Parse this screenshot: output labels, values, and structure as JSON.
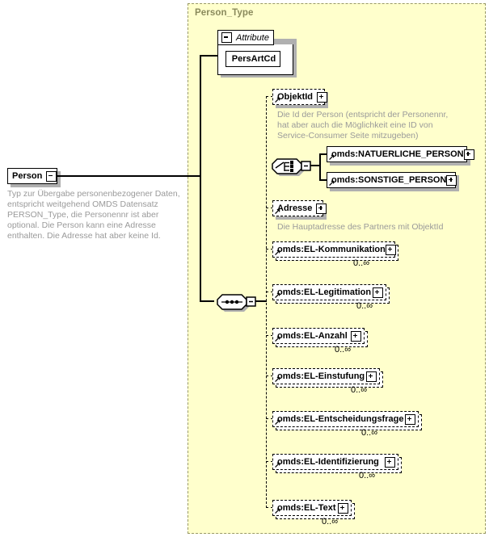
{
  "diagram": {
    "kind": "xml-schema-element-diagram",
    "root_element": {
      "name": "Person",
      "expander": "minus",
      "documentation": "Typ zur Übergabe personenbezogener Daten, entspricht weitgehend OMDS Datensatz PERSON_Type, die Personennr ist aber optional. Die Person kann eine Adresse enthalten. Die Adresse hat aber keine Id."
    },
    "type_container": {
      "title": "Person_Type",
      "attribute_group": {
        "label": "Attribute",
        "expander": "minus",
        "attributes": [
          {
            "name": "PersArtCd"
          }
        ]
      },
      "compositors": [
        {
          "kind": "choice"
        },
        {
          "kind": "sequence"
        }
      ],
      "children": [
        {
          "name": "ObjektId",
          "border": "dashed",
          "expander": "plus",
          "reference": true,
          "repeating": false,
          "cardinality": "",
          "documentation": "Die Id der Person (entspricht der Personennr, hat aber auch die Möglichkeit eine ID von Service-Consumer Seite mitzugeben)"
        },
        {
          "name": "omds:NATUERLICHE_PERSON",
          "border": "solid",
          "expander": "plus",
          "reference": true,
          "repeating": false,
          "cardinality": "",
          "documentation": ""
        },
        {
          "name": "omds:SONSTIGE_PERSON",
          "border": "solid",
          "expander": "plus",
          "reference": true,
          "repeating": false,
          "cardinality": "",
          "documentation": ""
        },
        {
          "name": "Adresse",
          "border": "dashed",
          "expander": "plus",
          "reference": true,
          "repeating": false,
          "cardinality": "",
          "documentation": "Die Hauptadresse des Partners mit ObjektId"
        },
        {
          "name": "omds:EL-Kommunikation",
          "border": "dashed",
          "expander": "plus",
          "reference": true,
          "repeating": true,
          "cardinality": "0..∞",
          "documentation": ""
        },
        {
          "name": "omds:EL-Legitimation",
          "border": "dashed",
          "expander": "plus",
          "reference": true,
          "repeating": true,
          "cardinality": "0..∞",
          "documentation": ""
        },
        {
          "name": "omds:EL-Anzahl",
          "border": "dashed",
          "expander": "plus",
          "reference": true,
          "repeating": true,
          "cardinality": "0..∞",
          "documentation": ""
        },
        {
          "name": "omds:EL-Einstufung",
          "border": "dashed",
          "expander": "plus",
          "reference": true,
          "repeating": true,
          "cardinality": "0..∞",
          "documentation": ""
        },
        {
          "name": "omds:EL-Entscheidungsfrage",
          "border": "dashed",
          "expander": "plus",
          "reference": true,
          "repeating": true,
          "cardinality": "0..∞",
          "documentation": ""
        },
        {
          "name": "omds:EL-Identifizierung",
          "border": "dashed",
          "expander": "plus",
          "reference": true,
          "repeating": true,
          "cardinality": "0..∞",
          "documentation": ""
        },
        {
          "name": "omds:EL-Text",
          "border": "dashed",
          "expander": "plus",
          "reference": true,
          "repeating": true,
          "cardinality": "0..∞",
          "documentation": ""
        }
      ]
    },
    "colors": {
      "container_bg": "#ffffcc",
      "container_border": "#999966",
      "title_text": "#8a8a5c",
      "doc_text": "#9a9a9a",
      "node_bg": "#ffffff",
      "line": "#000000",
      "shadow": "#b0b0b0"
    }
  }
}
